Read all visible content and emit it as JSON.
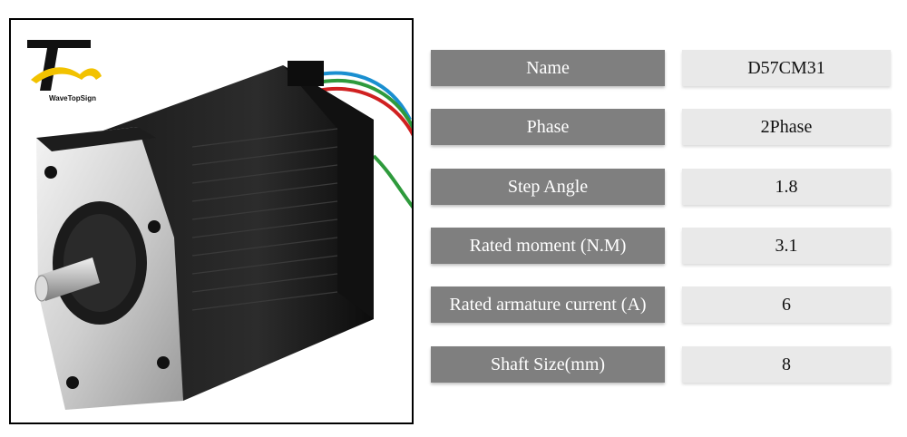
{
  "brand": {
    "logo_text": "WaveTopSign"
  },
  "product_image": {
    "subject": "stepper-motor"
  },
  "specs": [
    {
      "label": "Name",
      "value": "D57CM31"
    },
    {
      "label": "Phase",
      "value": "2Phase"
    },
    {
      "label": "Step Angle",
      "value": "1.8"
    },
    {
      "label": "Rated moment (N.M)",
      "value": "3.1"
    },
    {
      "label": "Rated armature current (A)",
      "value": "6"
    },
    {
      "label": "Shaft Size(mm)",
      "value": "8"
    }
  ],
  "colors": {
    "label_bg": "#7f7f7f",
    "value_bg": "#e9e9e9",
    "logo_yellow": "#f2c200"
  }
}
